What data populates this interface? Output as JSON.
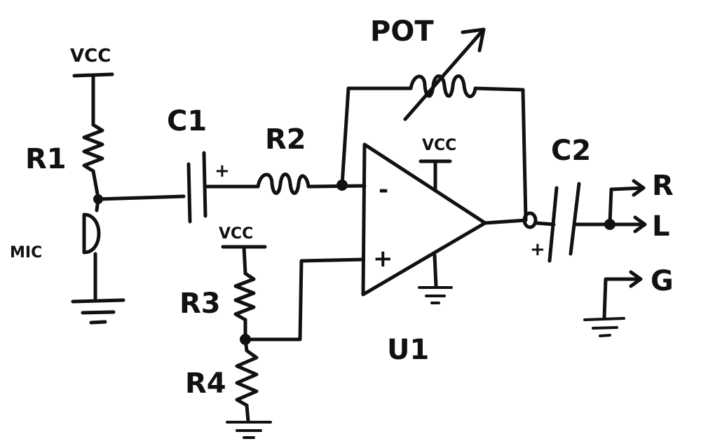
{
  "labels": {
    "vcc_r1": "VCC",
    "r1": "R1",
    "mic": "MIC",
    "c1": "C1",
    "c1_plus": "+",
    "r2": "R2",
    "pot": "POT",
    "vcc_u1": "VCC",
    "opamp_minus": "-",
    "opamp_plus": "+",
    "u1": "U1",
    "vcc_r3": "VCC",
    "r3": "R3",
    "r4": "R4",
    "c2": "C2",
    "c2_plus": "+",
    "out_r": "R",
    "out_l": "L",
    "out_g": "G"
  }
}
